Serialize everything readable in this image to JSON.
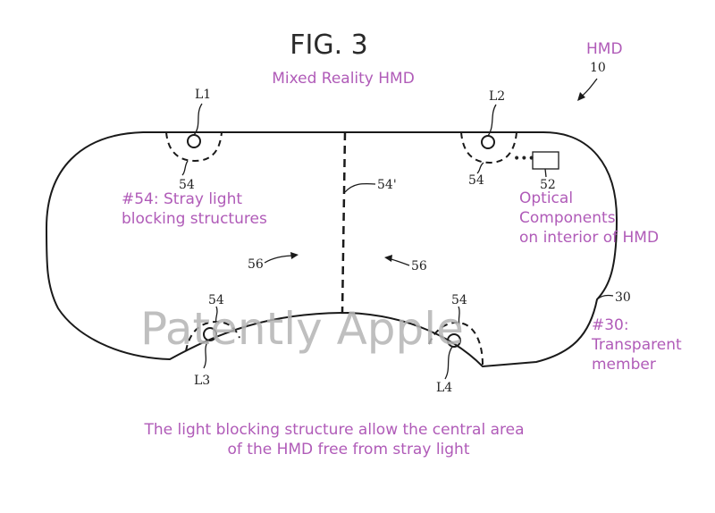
{
  "figure_title": "FIG. 3",
  "caption_top": "Mixed Reality HMD",
  "caption_bottom": [
    "The light blocking structure allow the central area",
    "of the HMD free from stray light"
  ],
  "annotations": {
    "stray_light": [
      "#54: Stray light",
      "blocking structures"
    ],
    "optical": [
      "Optical",
      "Components",
      "on interior of HMD"
    ],
    "transparent": [
      "#30:",
      "Transparent",
      "member"
    ]
  },
  "labels": {
    "hmd": "HMD",
    "hmd_ref": "10",
    "L1": "L1",
    "L2": "L2",
    "L3": "L3",
    "L4": "L4",
    "ref_54_a": "54",
    "ref_54_b": "54",
    "ref_54_c": "54",
    "ref_54_d": "54",
    "ref_54_prime": "54'",
    "ref_56_left": "56",
    "ref_56_right": "56",
    "ref_52": "52",
    "ref_30": "30"
  },
  "watermark": "Patently Apple",
  "colors": {
    "annotation": "#b05bb8",
    "line": "#1a1a1a",
    "watermark": "#b4b4b4"
  }
}
